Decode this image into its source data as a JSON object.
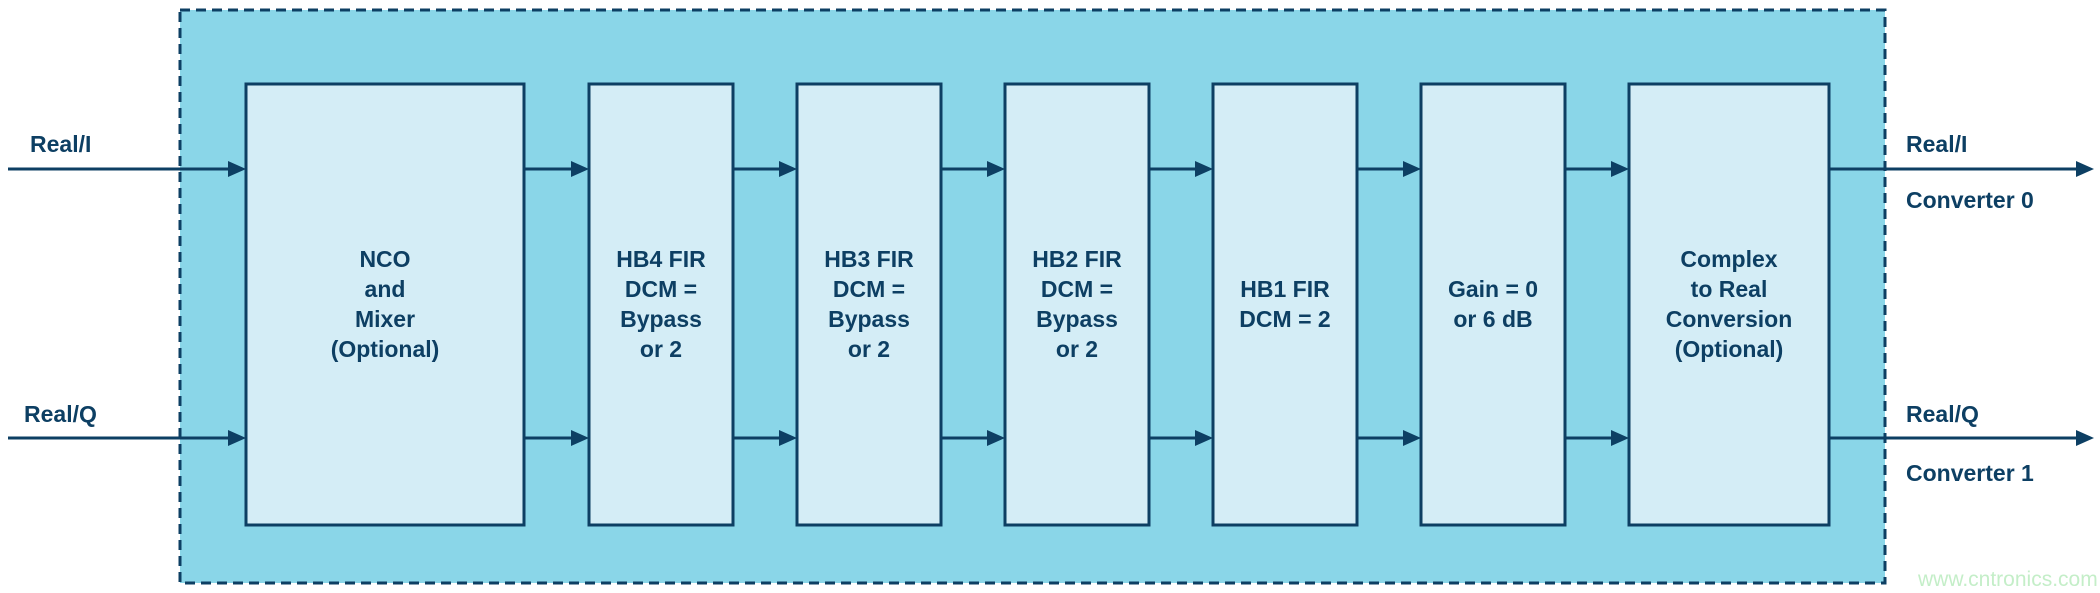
{
  "colors": {
    "enclosure_fill": "#8ad6e8",
    "block_fill": "#d4edf6",
    "line": "#0d3f63",
    "watermark": "#c4eec8"
  },
  "inputs": {
    "top": "Real/I",
    "bottom": "Real/Q"
  },
  "outputs": {
    "top_label": "Real/I",
    "top_sub": "Converter 0",
    "bottom_label": "Real/Q",
    "bottom_sub": "Converter 1"
  },
  "blocks": [
    {
      "id": "nco-mixer",
      "lines": [
        "NCO",
        "and",
        "Mixer",
        "(Optional)"
      ]
    },
    {
      "id": "hb4-fir",
      "lines": [
        "HB4 FIR",
        "DCM =",
        "Bypass",
        "or 2"
      ]
    },
    {
      "id": "hb3-fir",
      "lines": [
        "HB3 FIR",
        "DCM =",
        "Bypass",
        "or 2"
      ]
    },
    {
      "id": "hb2-fir",
      "lines": [
        "HB2 FIR",
        "DCM =",
        "Bypass",
        "or 2"
      ]
    },
    {
      "id": "hb1-fir",
      "lines": [
        "HB1 FIR",
        "DCM = 2"
      ]
    },
    {
      "id": "gain",
      "lines": [
        "Gain = 0",
        "or 6 dB"
      ]
    },
    {
      "id": "complex-to-real",
      "lines": [
        "Complex",
        "to Real",
        "Conversion",
        "(Optional)"
      ]
    }
  ],
  "watermark": "www.cntronics.com"
}
